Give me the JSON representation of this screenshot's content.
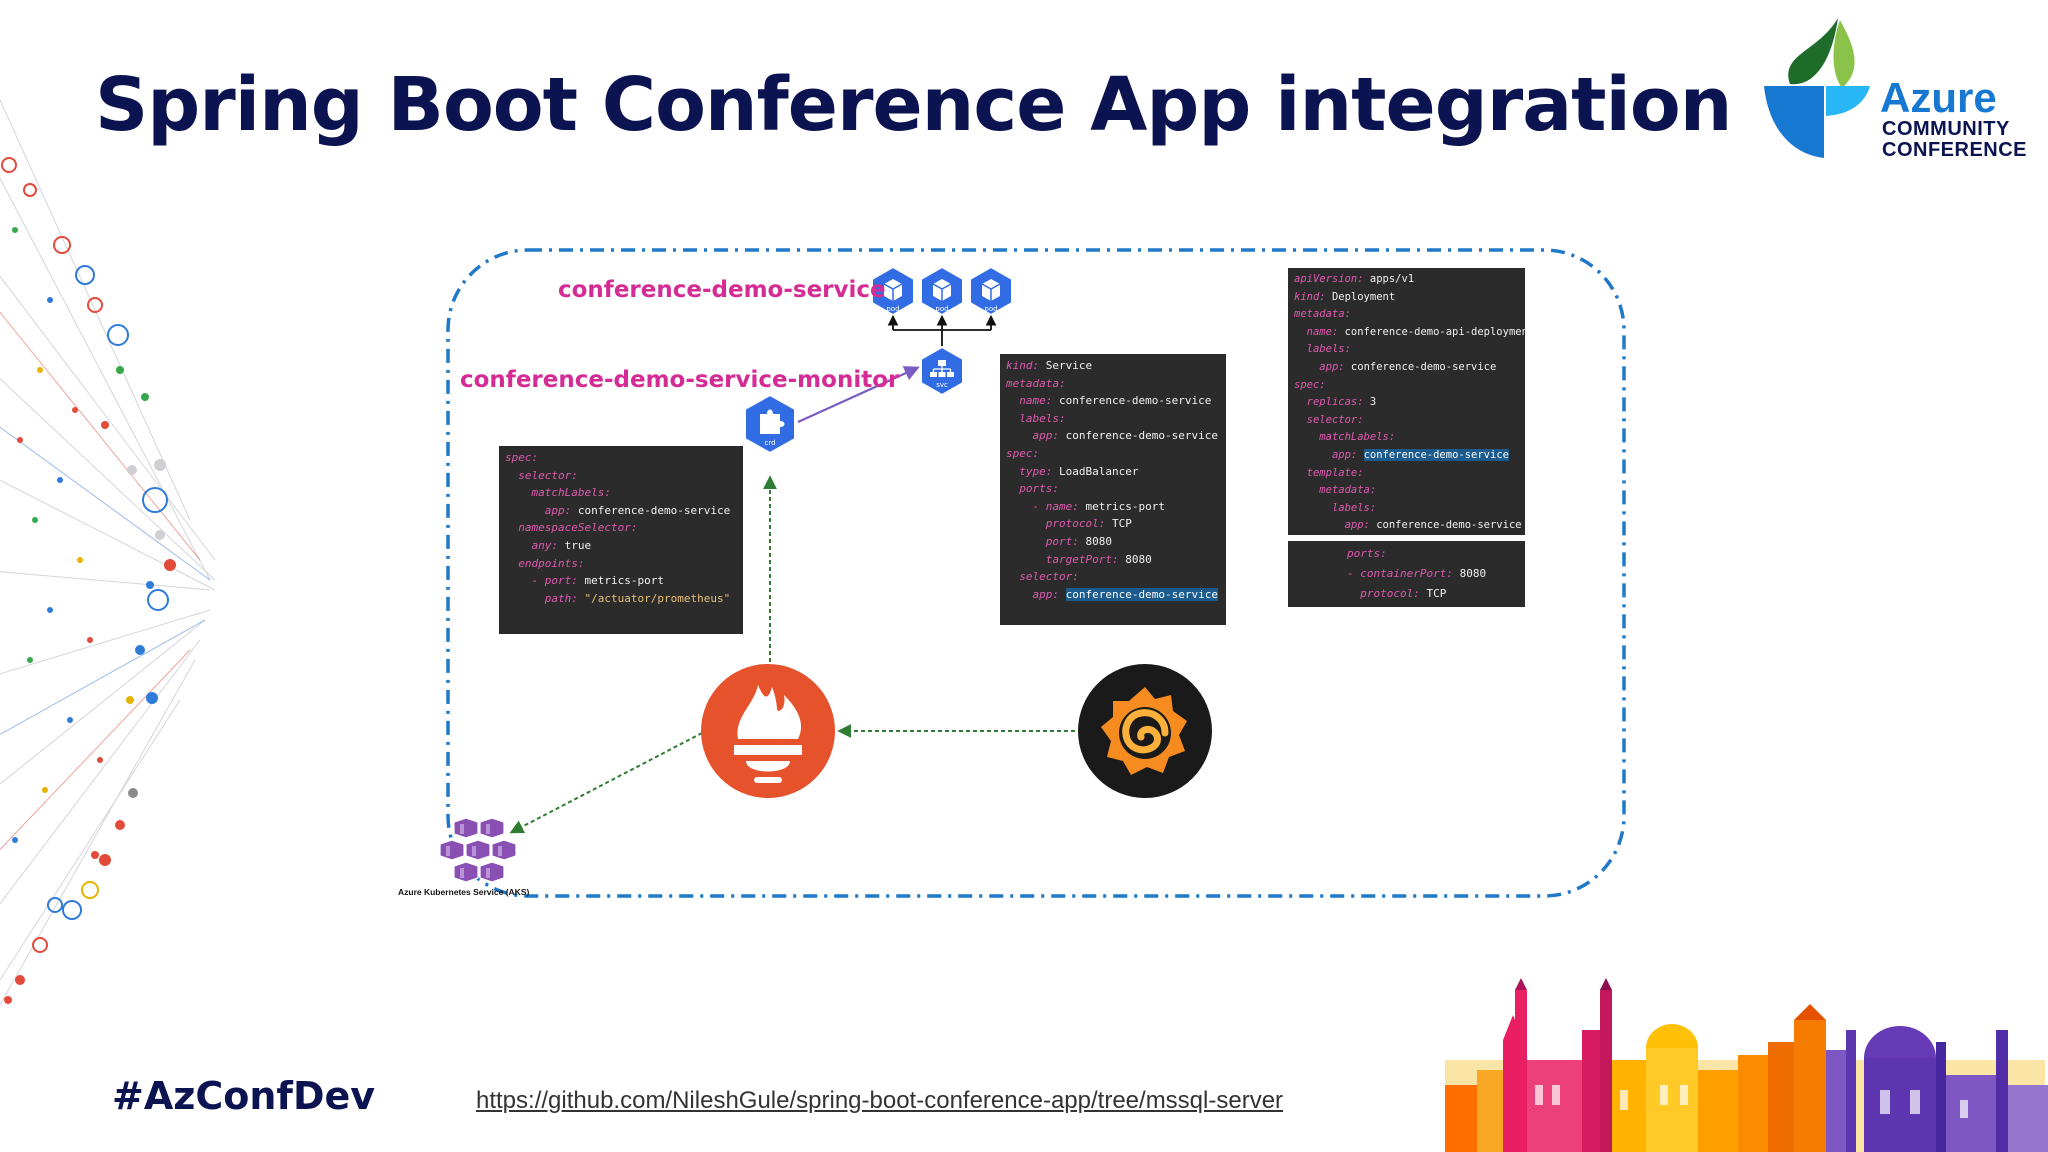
{
  "slide": {
    "title": "Spring Boot Conference App integration",
    "hashtag": "#AzConfDev",
    "repo_link": "https://github.com/NileshGule/spring-boot-conference-app/tree/mssql-server"
  },
  "logo": {
    "line1": "Azure",
    "line2": "COMMUNITY",
    "line3": "CONFERENCE"
  },
  "diagram": {
    "service_label": "conference-demo-service",
    "monitor_label": "conference-demo-service-monitor",
    "pod_icon_label": "pod",
    "svc_icon_label": "svc",
    "crd_icon_label": "crd",
    "aks_caption": "Azure Kubernetes Service (AKS)"
  },
  "code_monitor": [
    {
      "indent": 0,
      "key": "spec:",
      "value": "",
      "type": ""
    },
    {
      "indent": 1,
      "key": "selector:",
      "value": "",
      "type": ""
    },
    {
      "indent": 2,
      "key": "matchLabels:",
      "value": "",
      "type": ""
    },
    {
      "indent": 3,
      "key": "app:",
      "value": "conference-demo-service",
      "type": ""
    },
    {
      "indent": 1,
      "key": "namespaceSelector:",
      "value": "",
      "type": ""
    },
    {
      "indent": 2,
      "key": "any:",
      "value": "true",
      "type": ""
    },
    {
      "indent": 1,
      "key": "endpoints:",
      "value": "",
      "type": ""
    },
    {
      "indent": 2,
      "key": "- port:",
      "value": "metrics-port",
      "type": ""
    },
    {
      "indent": 3,
      "key": "path:",
      "value": "\"/actuator/prometheus\"",
      "type": "s"
    }
  ],
  "code_service": [
    {
      "indent": 0,
      "key": "kind:",
      "value": "Service",
      "type": ""
    },
    {
      "indent": 0,
      "key": "metadata:",
      "value": "",
      "type": ""
    },
    {
      "indent": 1,
      "key": "name:",
      "value": "conference-demo-service",
      "type": ""
    },
    {
      "indent": 1,
      "key": "labels:",
      "value": "",
      "type": ""
    },
    {
      "indent": 2,
      "key": "app:",
      "value": "conference-demo-service",
      "type": ""
    },
    {
      "indent": 0,
      "key": "spec:",
      "value": "",
      "type": ""
    },
    {
      "indent": 1,
      "key": "type:",
      "value": "LoadBalancer",
      "type": ""
    },
    {
      "indent": 1,
      "key": "ports:",
      "value": "",
      "type": ""
    },
    {
      "indent": 2,
      "key": "- name:",
      "value": "metrics-port",
      "type": ""
    },
    {
      "indent": 3,
      "key": "protocol:",
      "value": "TCP",
      "type": ""
    },
    {
      "indent": 3,
      "key": "port:",
      "value": "8080",
      "type": ""
    },
    {
      "indent": 3,
      "key": "targetPort:",
      "value": "8080",
      "type": ""
    },
    {
      "indent": 1,
      "key": "selector:",
      "value": "",
      "type": ""
    },
    {
      "indent": 2,
      "key": "app:",
      "value": "conference-demo-service",
      "type": "hl"
    }
  ],
  "code_deploy": [
    {
      "indent": 0,
      "key": "apiVersion:",
      "value": "apps/v1",
      "type": ""
    },
    {
      "indent": 0,
      "key": "kind:",
      "value": "Deployment",
      "type": ""
    },
    {
      "indent": 0,
      "key": "metadata:",
      "value": "",
      "type": ""
    },
    {
      "indent": 1,
      "key": "name:",
      "value": "conference-demo-api-deployment",
      "type": ""
    },
    {
      "indent": 1,
      "key": "labels:",
      "value": "",
      "type": ""
    },
    {
      "indent": 2,
      "key": "app:",
      "value": "conference-demo-service",
      "type": ""
    },
    {
      "indent": 0,
      "key": "spec:",
      "value": "",
      "type": ""
    },
    {
      "indent": 1,
      "key": "replicas:",
      "value": "3",
      "type": ""
    },
    {
      "indent": 1,
      "key": "selector:",
      "value": "",
      "type": ""
    },
    {
      "indent": 2,
      "key": "matchLabels:",
      "value": "",
      "type": ""
    },
    {
      "indent": 3,
      "key": "app:",
      "value": "conference-demo-service",
      "type": "hl"
    },
    {
      "indent": 1,
      "key": "template:",
      "value": "",
      "type": ""
    },
    {
      "indent": 2,
      "key": "metadata:",
      "value": "",
      "type": ""
    },
    {
      "indent": 3,
      "key": "labels:",
      "value": "",
      "type": ""
    },
    {
      "indent": 4,
      "key": "app:",
      "value": "conference-demo-service",
      "type": ""
    }
  ],
  "code_ports": [
    {
      "indent": 4,
      "key": "ports:",
      "value": "",
      "type": ""
    },
    {
      "indent": 4,
      "key": "- containerPort:",
      "value": "8080",
      "type": ""
    },
    {
      "indent": 5,
      "key": "protocol:",
      "value": "TCP",
      "type": ""
    }
  ],
  "colors": {
    "title": "#0b1450",
    "accent_pink": "#d42b95",
    "k8s_blue": "#326ce5",
    "prometheus": "#e6522c",
    "grafana_bg": "#1a1a1a",
    "dashed_border": "#1f78c8",
    "arrow_green": "#2e7d32",
    "arrow_purple": "#7b5cc4",
    "aks_purple": "#8a4fb3"
  }
}
